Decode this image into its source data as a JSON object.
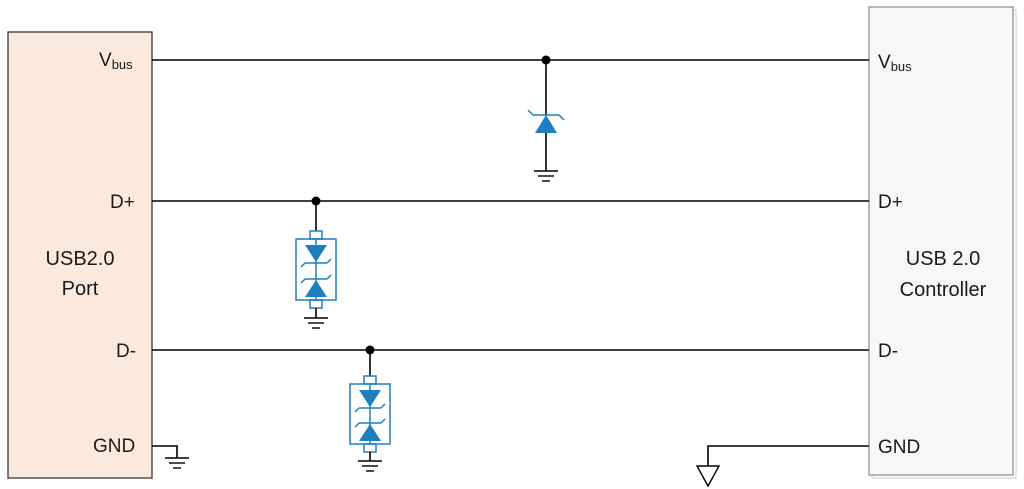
{
  "port": {
    "label_line1": "USB2.0",
    "label_line2": "Port",
    "fill": "#fbe9dc",
    "border": "#444444"
  },
  "controller": {
    "label_line1": "USB 2.0",
    "label_line2": "Controller",
    "fill": "#f7f7f5",
    "border": "#9a9a9a"
  },
  "pins": {
    "vbus_main": "V",
    "vbus_sub": "bus",
    "dplus": "D+",
    "dminus": "D-",
    "gnd": "GND"
  },
  "colors": {
    "wire": "#000000",
    "tvs": "#1d7fbf"
  },
  "components": [
    {
      "name": "vbus-tvs-diode",
      "type": "unidirectional-tvs",
      "net": "Vbus"
    },
    {
      "name": "dplus-tvs-array",
      "type": "bidirectional-tvs",
      "net": "D+"
    },
    {
      "name": "dminus-tvs-array",
      "type": "bidirectional-tvs",
      "net": "D-"
    }
  ]
}
